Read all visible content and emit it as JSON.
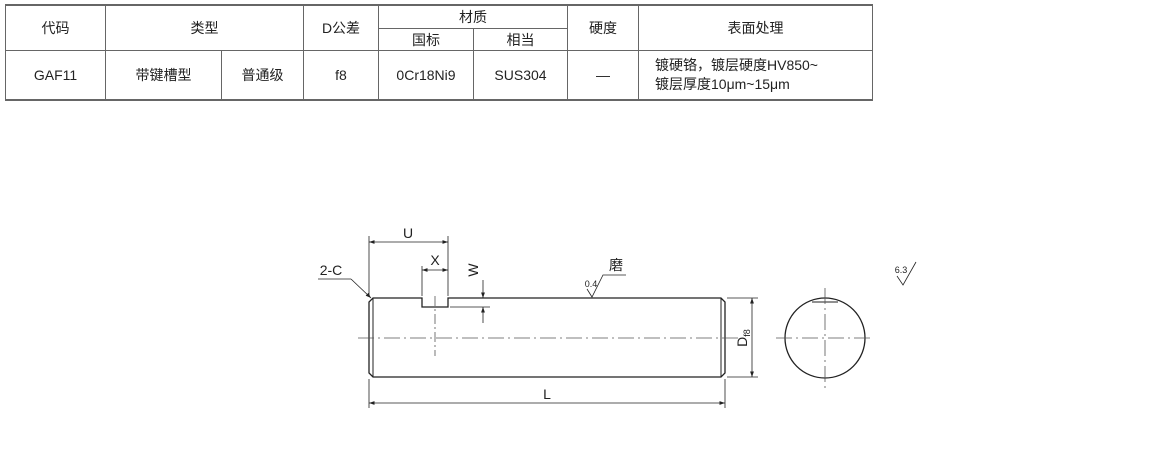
{
  "table": {
    "headers": {
      "code": "代码",
      "type": "类型",
      "tolerance": "D公差",
      "material": "材质",
      "material_gb": "国标",
      "material_equiv": "相当",
      "hardness": "硬度",
      "surface": "表面处理"
    },
    "row": {
      "code": "GAF11",
      "type_a": "带键槽型",
      "type_b": "普通级",
      "tolerance": "f8",
      "material_gb": "0Cr18Ni9",
      "material_equiv": "SUS304",
      "hardness": "—",
      "surface_line1": "镀硬铬，镀层硬度HV850~",
      "surface_line2": "镀层厚度10μm~15μm"
    }
  },
  "drawing": {
    "label_u": "U",
    "label_x": "X",
    "label_w": "W",
    "label_chamfer": "2-C",
    "label_grind": "磨",
    "label_roughness_grind": "0.4",
    "label_diameter": "D",
    "label_diameter_sub": "f8",
    "label_l": "L",
    "label_roughness_general": "6.3"
  }
}
